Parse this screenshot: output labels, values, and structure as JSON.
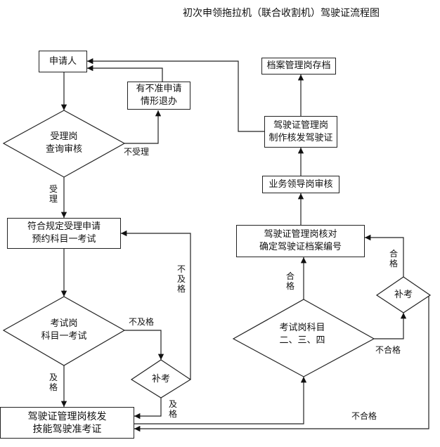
{
  "title": "初次申领拖拉机（联合收割机）驾驶证流程图",
  "nodes": {
    "applicant": "申请人",
    "withdraw": [
      "有不准申请",
      "情形退办"
    ],
    "accept_review": [
      "受理岗",
      "查询审核"
    ],
    "appointment": [
      "符合规定受理申请",
      "预约科目一考试"
    ],
    "exam1": [
      "考试岗",
      "科目一考试"
    ],
    "retake_left": "补考",
    "issue_permit": [
      "驾驶证管理岗核发",
      "技能驾驶准考证"
    ],
    "exam234": [
      "考试岗科目",
      "二、三、四"
    ],
    "retake_right": "补考",
    "verify_number": [
      "驾驶证管理岗核对",
      "确定驾驶证档案编号"
    ],
    "leader_review": "业务领导岗审核",
    "make_license": [
      "驾驶证管理岗",
      "制作核发驾驶证"
    ],
    "archive": "档案管理岗存档"
  },
  "edge_labels": {
    "not_accepted": "不受理",
    "accepted": "受理",
    "fail_exam1": "不及格",
    "pass_exam1": "及格",
    "pass_retake_left": "及格",
    "fail_retake_left": "不及格",
    "pass_exam234": "合格",
    "fail_exam234": "不合格",
    "pass_retake_right": "合格",
    "fail_retake_right": "不合格"
  }
}
